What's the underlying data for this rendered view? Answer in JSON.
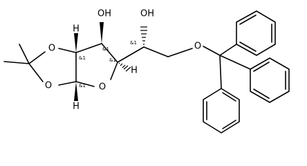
{
  "molecule": {
    "atoms": {
      "oh_left": "OH",
      "oh_right": "OH",
      "o_ring_top": "O",
      "o_ring_bottom": "O",
      "o_furanose": "O",
      "o_ether": "O",
      "h_top": "H",
      "h_bottom": "H",
      "h_c4": "H"
    },
    "stereo_labels": {
      "c3": "&1",
      "c2": "&1",
      "c1": "&1",
      "c4": "&1",
      "c5": "&1"
    }
  }
}
